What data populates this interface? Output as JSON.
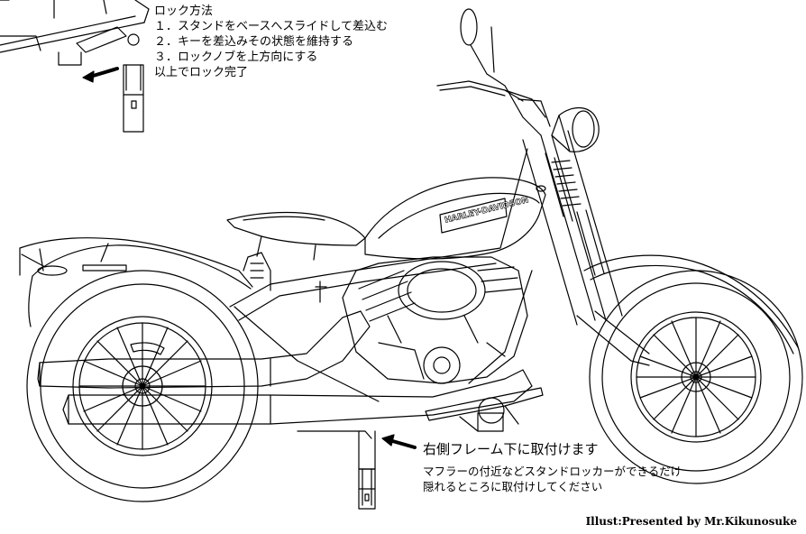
{
  "lock_instructions": {
    "title": "ロック方法",
    "steps": [
      "１．スタンドをベースへスライドして差込む",
      "２．キーを差込みその状態を維持する",
      "３．ロックノブを上方向にする"
    ],
    "footer": "以上でロック完了"
  },
  "mount_note": {
    "title": "右側フレーム下に取付けます",
    "detail": [
      "マフラーの付近などスタンドロッカーができるだけ",
      "隠れるところに取付けしてください"
    ]
  },
  "tank_logo": "HARLEY-DAVIDSON",
  "credit": "Illust:Presented by Mr.Kikunosuke"
}
